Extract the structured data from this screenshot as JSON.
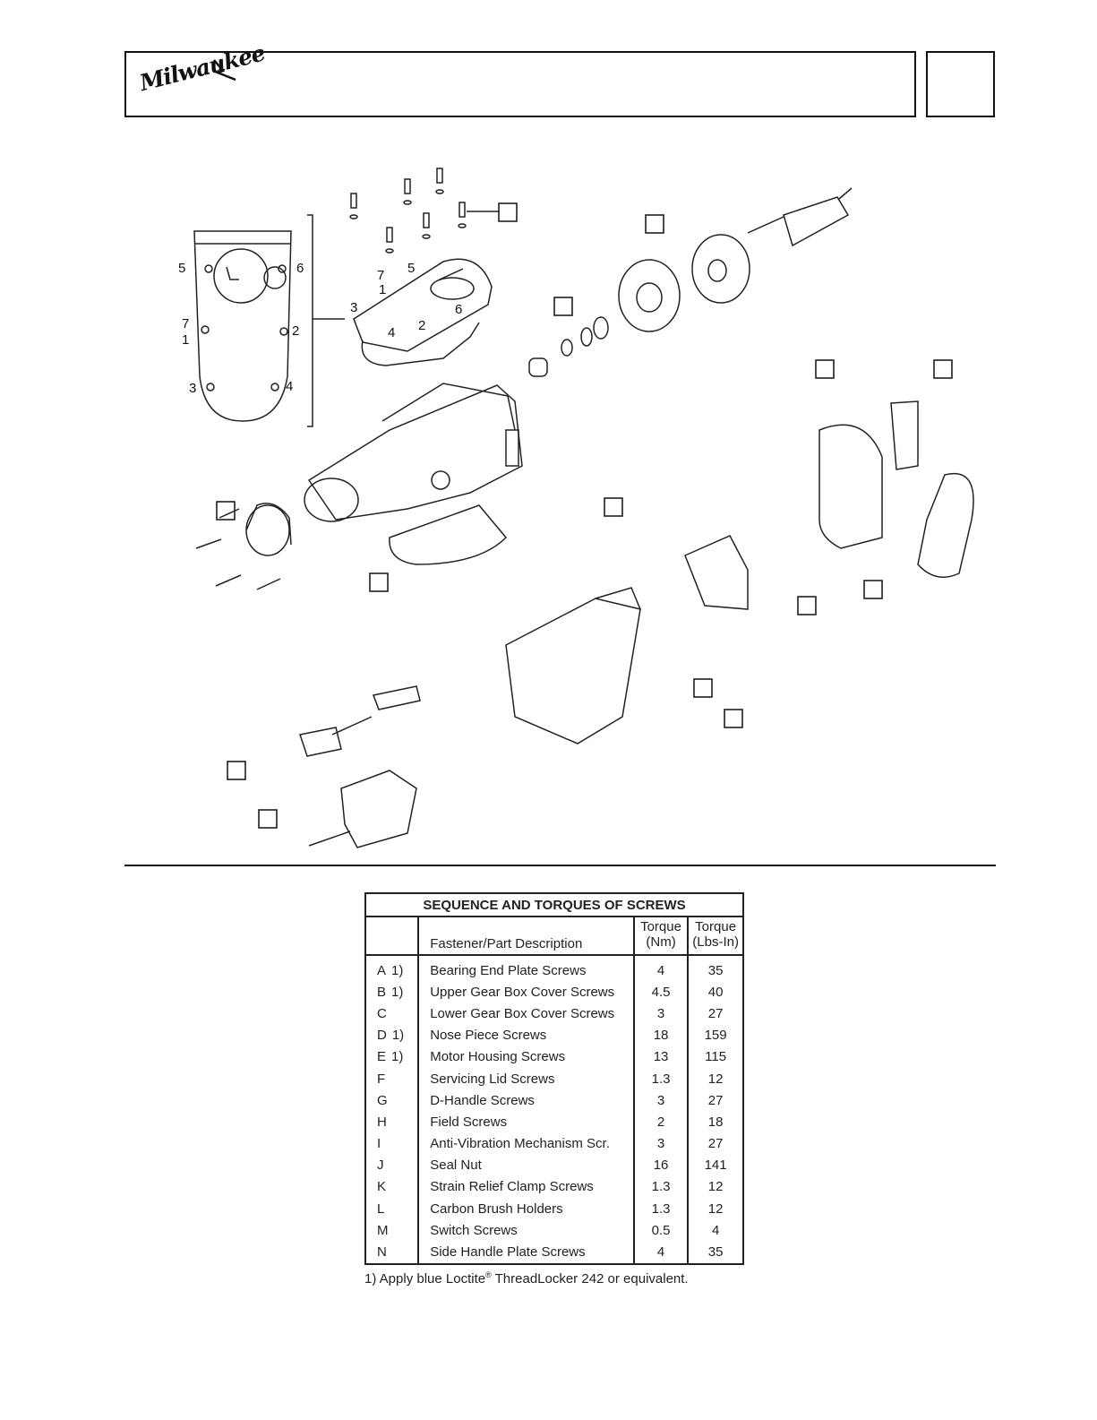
{
  "header": {
    "logo_text": "Milwaukee"
  },
  "diagram": {
    "sequence_numbers_left": [
      "5",
      "6",
      "7",
      "1",
      "2",
      "3",
      "4"
    ],
    "sequence_numbers_cover": [
      "7",
      "1",
      "5",
      "3",
      "6",
      "2",
      "4"
    ]
  },
  "table": {
    "title": "SEQUENCE AND TORQUES OF SCREWS",
    "col_desc": "Fastener/Part Description",
    "col_nm_1": "Torque",
    "col_nm_2": "(Nm)",
    "col_lbs_1": "Torque",
    "col_lbs_2": "(Lbs-In)",
    "rows": [
      {
        "code": "A",
        "note": "1)",
        "desc": "Bearing End Plate Screws",
        "nm": "4",
        "lbs": "35"
      },
      {
        "code": "B",
        "note": "1)",
        "desc": "Upper Gear Box Cover Screws",
        "nm": "4.5",
        "lbs": "40"
      },
      {
        "code": "C",
        "note": "",
        "desc": "Lower Gear Box Cover Screws",
        "nm": "3",
        "lbs": "27"
      },
      {
        "code": "D",
        "note": "1)",
        "desc": "Nose Piece Screws",
        "nm": "18",
        "lbs": "159"
      },
      {
        "code": "E",
        "note": "1)",
        "desc": "Motor Housing Screws",
        "nm": "13",
        "lbs": "115"
      },
      {
        "code": "F",
        "note": "",
        "desc": "Servicing Lid Screws",
        "nm": "1.3",
        "lbs": "12"
      },
      {
        "code": "G",
        "note": "",
        "desc": "D-Handle Screws",
        "nm": "3",
        "lbs": "27"
      },
      {
        "code": "H",
        "note": "",
        "desc": "Field Screws",
        "nm": "2",
        "lbs": "18"
      },
      {
        "code": "I",
        "note": "",
        "desc": "Anti-Vibration Mechanism Scr.",
        "nm": "3",
        "lbs": "27"
      },
      {
        "code": "J",
        "note": "",
        "desc": "Seal Nut",
        "nm": "16",
        "lbs": "141"
      },
      {
        "code": "K",
        "note": "",
        "desc": "Strain Relief Clamp Screws",
        "nm": "1.3",
        "lbs": "12"
      },
      {
        "code": "L",
        "note": "",
        "desc": "Carbon Brush Holders",
        "nm": "1.3",
        "lbs": "12"
      },
      {
        "code": "M",
        "note": "",
        "desc": "Switch Screws",
        "nm": "0.5",
        "lbs": "4"
      },
      {
        "code": "N",
        "note": "",
        "desc": "Side Handle Plate Screws",
        "nm": "4",
        "lbs": "35"
      }
    ],
    "footnote_pre": "1)  Apply blue Loctite",
    "footnote_reg": "®",
    "footnote_post": " ThreadLocker 242 or equivalent."
  }
}
